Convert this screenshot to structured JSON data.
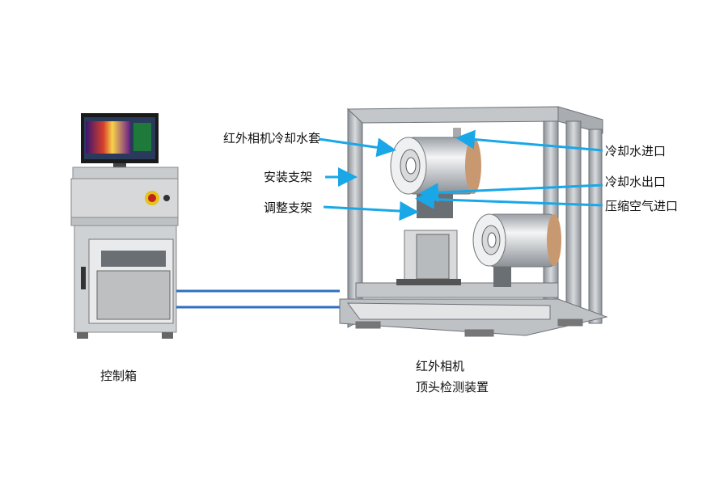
{
  "labels": {
    "camera_cooling_jacket": "红外相机冷却水套",
    "mounting_bracket": "安装支架",
    "adjustment_bracket": "调整支架",
    "cooling_water_inlet": "冷却水进口",
    "cooling_water_outlet": "冷却水出口",
    "compressed_air_inlet": "压缩空气进口"
  },
  "captions": {
    "control_box": "控制箱",
    "device_line1": "红外相机",
    "device_line2": "顶头检测装置"
  },
  "colors": {
    "arrow": "#1aa7e8",
    "cable": "#2f6fc0",
    "frame": "#b8bcc0"
  }
}
